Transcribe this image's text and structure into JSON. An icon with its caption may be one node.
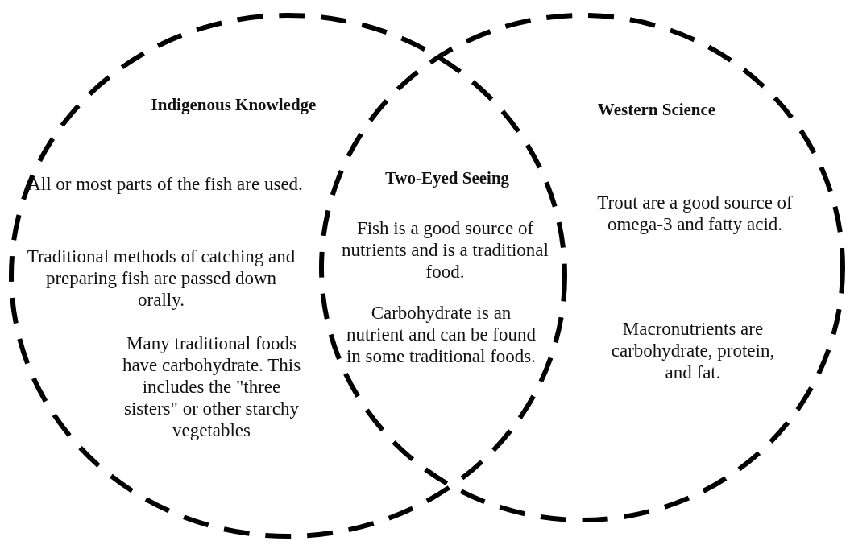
{
  "diagram": {
    "nodes": [
      {
        "text": [
          "Indigenous Knowledge",
          "All or most parts of the fish are used.",
          "Traditional methods of catching and preparing fish are passed down orally.",
          "Many traditional foods have carbohydrate. This includes the \"three sisters\" or other starchy vegetables"
        ]
      },
      {
        "text": [
          "Western Science",
          "Trout are a good source of omega-3 and fatty acid.",
          "Macronutrients are carbohydrate, protein, and fat."
        ]
      },
      {
        "text": [
          "Two-Eyed Seeing",
          "Fish is a good source of nutrients and is a traditional food.",
          "Carbohydrate is an nutrient and can be found in some traditional foods."
        ]
      }
    ]
  }
}
